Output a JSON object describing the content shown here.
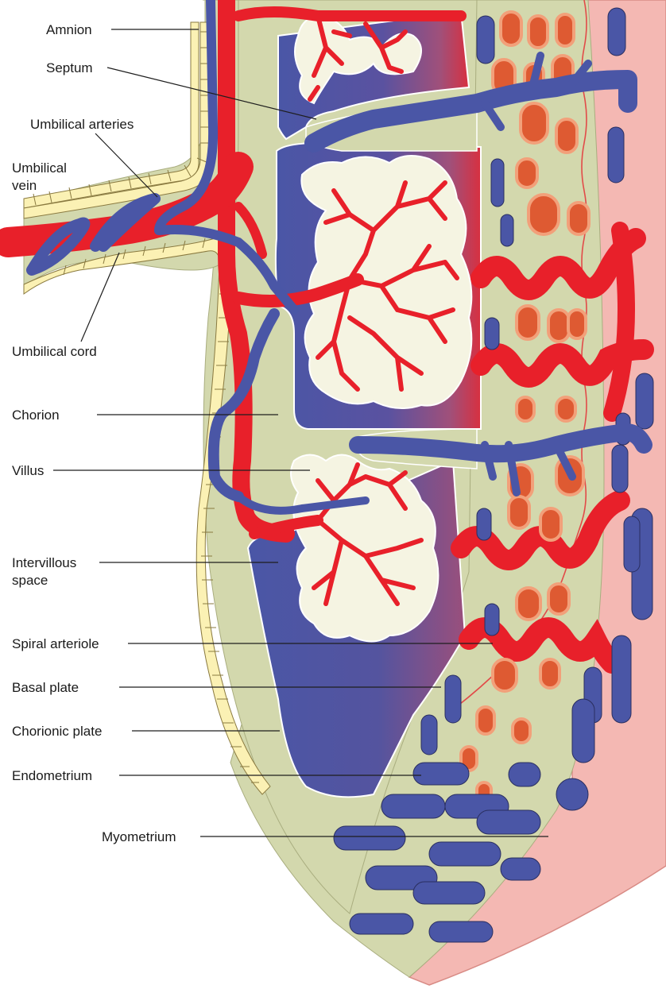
{
  "colors": {
    "artery": "#e8202a",
    "vein": "#4a56a6",
    "background_tissue": "#d3d8ad",
    "myometrium": "#f4b8b3",
    "amnion": "#fbf1b4",
    "gland": "#de5a32",
    "villus_space": "#f5f4e2",
    "stroke": "#1e1e1e"
  },
  "labels": {
    "amnion": "Amnion",
    "septum": "Septum",
    "umbilical_arteries": "Umbilical arteries",
    "umbilical_vein": "Umbilical\nvein",
    "umbilical_cord": "Umbilical cord",
    "chorion": "Chorion",
    "villus": "Villus",
    "intervillous_space": "Intervillous\nspace",
    "spiral_arteriole": "Spiral arteriole",
    "basal_plate": "Basal plate",
    "chorionic_plate": "Chorionic plate",
    "endometrium": "Endometrium",
    "myometrium": "Myometrium"
  }
}
